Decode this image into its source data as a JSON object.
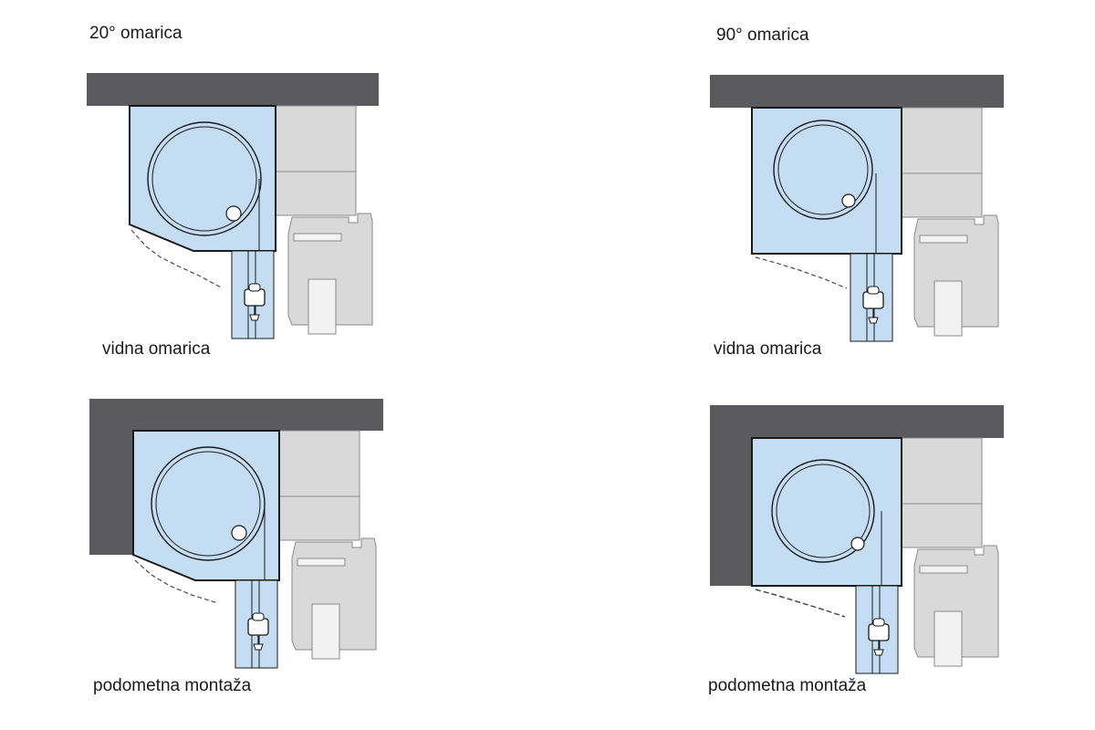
{
  "headers": {
    "left": "20° omarica",
    "right": "90° omarica"
  },
  "captions": {
    "top_left": "vidna omarica",
    "top_right": "vidna omarica",
    "bottom_left": "podometna montaža",
    "bottom_right": "podometna montaža"
  },
  "colors": {
    "wall": "#5b5b5d",
    "box": "#c5ddf3",
    "frame": "#d9d9d9",
    "frame_light": "#f2f2f2",
    "outline": "#1a1a1a"
  }
}
